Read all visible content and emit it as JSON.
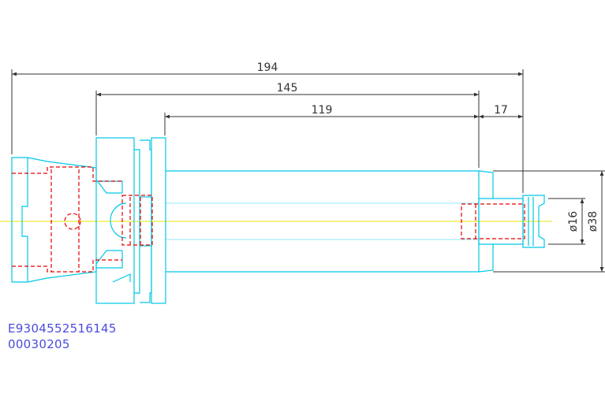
{
  "drawing": {
    "dimensions": {
      "overall_length": "194",
      "flange_length": "145",
      "shank_length": "119",
      "nose_length": "17",
      "small_diameter": "ø16",
      "large_diameter": "ø38"
    },
    "part_codes": {
      "article_number": "E9304552516145",
      "sub_code": "00030205"
    },
    "colors": {
      "outline": "#00c8e6",
      "hidden_lines": "#e60000",
      "centerline": "#e6e600",
      "dimension_lines": "#333333",
      "part_code_text": "#4b4bdc"
    }
  }
}
